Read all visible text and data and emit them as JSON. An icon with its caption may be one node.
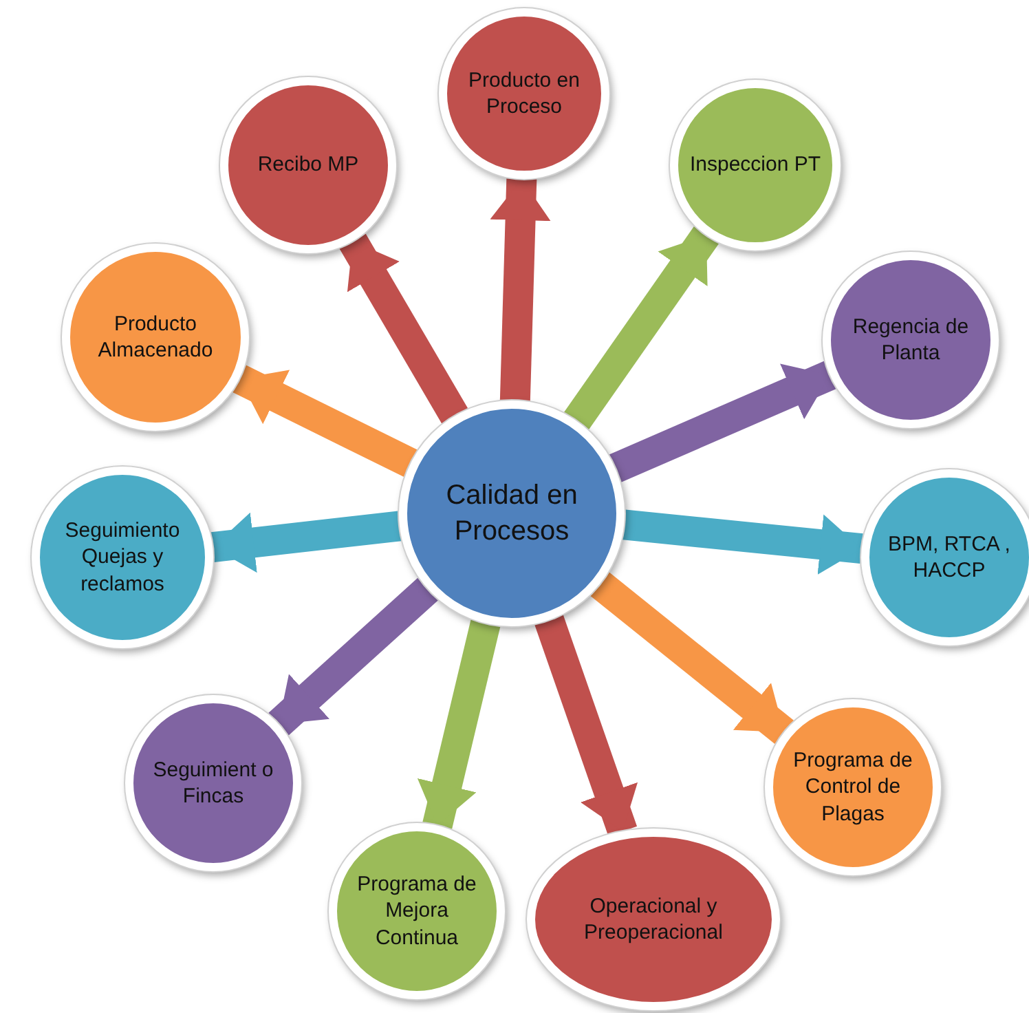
{
  "diagram": {
    "nodes": [
      {
        "text": [
          "Calidad en Procesos"
        ]
      },
      {
        "text": [
          "Producto en Proceso"
        ]
      },
      {
        "text": [
          "Inspeccion PT"
        ]
      },
      {
        "text": [
          "Regencia de Planta"
        ]
      },
      {
        "text": [
          "BPM, RTCA , HACCP"
        ]
      },
      {
        "text": [
          "Programa de Control de  Plagas"
        ]
      },
      {
        "text": [
          "Operacional y Preoperacional"
        ]
      },
      {
        "text": [
          "Programa de Mejora Continua"
        ]
      },
      {
        "text": [
          "Seguimient o Fincas"
        ]
      },
      {
        "text": [
          "Seguimiento Quejas y reclamos"
        ]
      },
      {
        "text": [
          "Producto Almacenado"
        ]
      },
      {
        "text": [
          "Recibo MP"
        ]
      }
    ],
    "edges": [
      {
        "from": 0,
        "to": 1,
        "arrow": "to",
        "color": "#c0504d"
      },
      {
        "from": 0,
        "to": 2,
        "arrow": "to",
        "color": "#9bbb59"
      },
      {
        "from": 0,
        "to": 3,
        "arrow": "to",
        "color": "#8064a2"
      },
      {
        "from": 0,
        "to": 4,
        "arrow": "to",
        "color": "#4bacc6"
      },
      {
        "from": 0,
        "to": 5,
        "arrow": "to",
        "color": "#f79646"
      },
      {
        "from": 0,
        "to": 6,
        "arrow": "to",
        "color": "#c0504d"
      },
      {
        "from": 0,
        "to": 7,
        "arrow": "to",
        "color": "#9bbb59"
      },
      {
        "from": 0,
        "to": 8,
        "arrow": "to",
        "color": "#8064a2"
      },
      {
        "from": 0,
        "to": 9,
        "arrow": "to",
        "color": "#4bacc6"
      },
      {
        "from": 0,
        "to": 10,
        "arrow": "to",
        "color": "#f79646"
      },
      {
        "from": 0,
        "to": 11,
        "arrow": "to",
        "color": "#c0504d"
      }
    ]
  }
}
